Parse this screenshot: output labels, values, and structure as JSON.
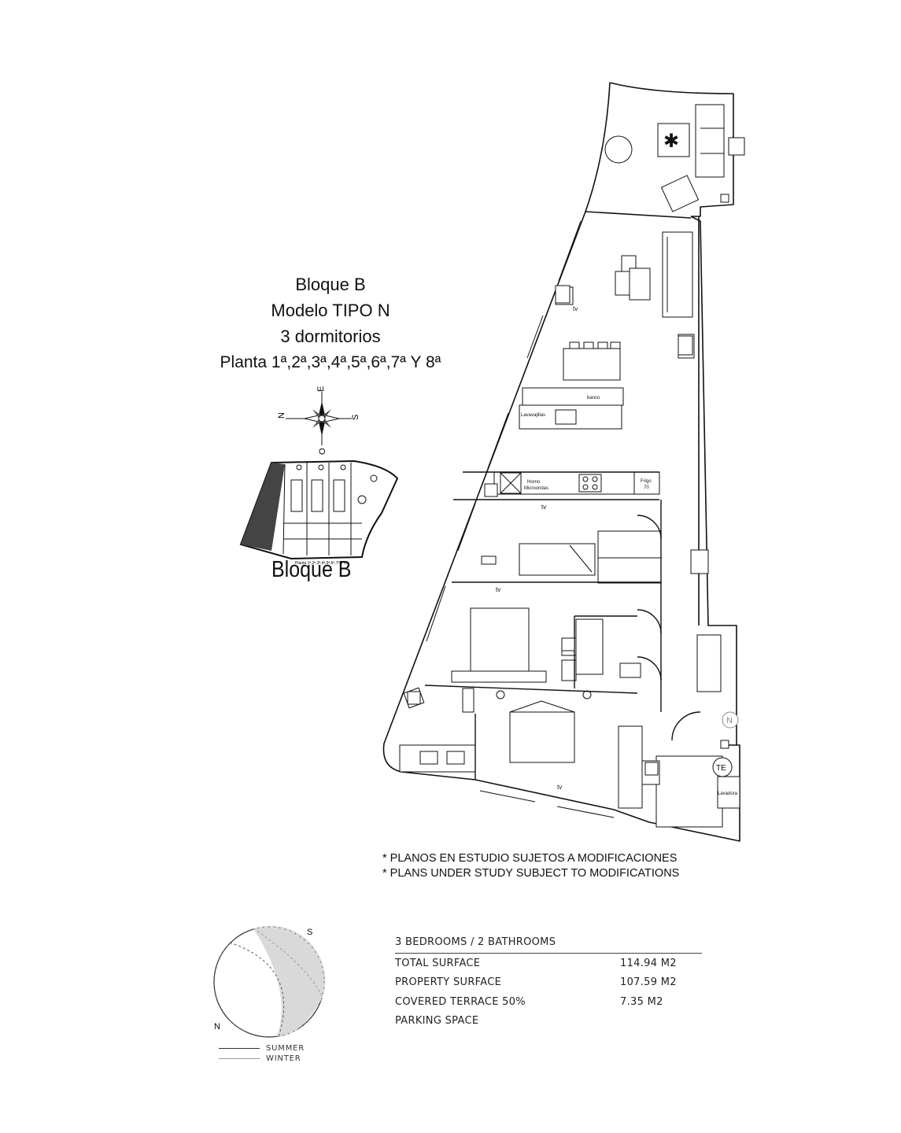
{
  "title": {
    "block": "Bloque B",
    "model": "Modelo TIPO N",
    "bedrooms": "3 dormitorios",
    "floors": "Planta 1ª,2ª,3ª,4ª,5ª,6ª,7ª Y 8ª"
  },
  "compass": {
    "n": "N",
    "e": "E",
    "s": "S",
    "o": "O"
  },
  "key_plan": {
    "label": "Bloque B",
    "caption": "Planta 1ª,2ª,3ª,4ª,5ª,6ª,7ª Y 8ª"
  },
  "plan_labels": {
    "tv": "tv",
    "lavavajillas": "Lavavajillas",
    "bancos": "banco",
    "horno_1": "Horno",
    "horno_2": "Microondas",
    "frigo_1": "Frigo",
    "frigo_2": "70",
    "lavadora": "Lavadora",
    "te": "TE",
    "north": "N"
  },
  "notes": [
    "* PLANOS EN ESTUDIO SUJETOS A MODIFICACIONES",
    "* PLANS UNDER STUDY SUBJECT TO MODIFICATIONS"
  ],
  "specs": {
    "heading": "3 BEDROOMS / 2 BATHROOMS",
    "rows": [
      {
        "label": "TOTAL SURFACE",
        "value": "114.94 M2"
      },
      {
        "label": "PROPERTY SURFACE",
        "value": "107.59 M2"
      },
      {
        "label": "COVERED TERRACE 50%",
        "value": "7.35 M2"
      },
      {
        "label": "PARKING SPACE",
        "value": ""
      }
    ]
  },
  "sun_diagram": {
    "s": "S",
    "n": "N"
  },
  "legend": {
    "summer": "SUMMER",
    "winter": "WINTER"
  }
}
